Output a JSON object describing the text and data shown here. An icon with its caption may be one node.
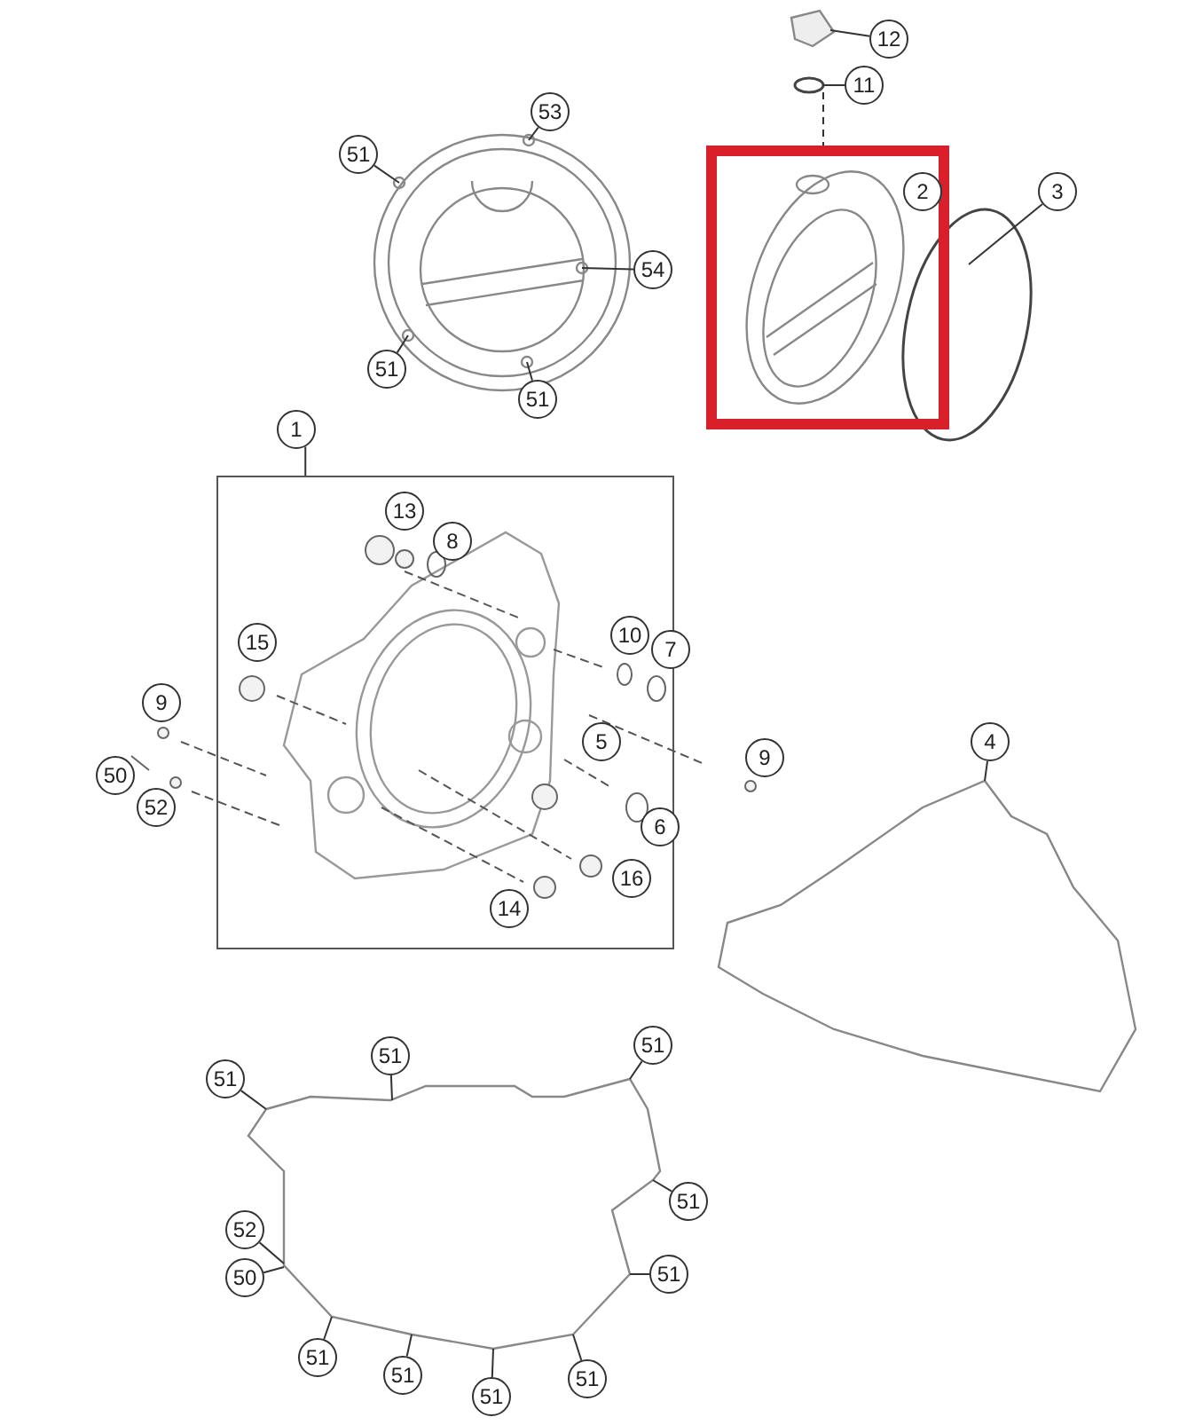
{
  "diagram": {
    "nodes": [
      {
        "text": [
          "51"
        ]
      },
      {
        "text": [
          "53"
        ]
      },
      {
        "text": [
          "54"
        ]
      },
      {
        "text": [
          "51"
        ]
      },
      {
        "text": [
          "51"
        ]
      },
      {
        "text": [
          "12"
        ]
      },
      {
        "text": [
          "11"
        ]
      },
      {
        "text": [],
        "shape": "box"
      },
      {
        "text": [
          "2"
        ],
        "in": 7
      },
      {
        "text": [
          "3"
        ]
      },
      {
        "text": [
          "1"
        ]
      },
      {
        "text": [],
        "shape": "box"
      },
      {
        "text": [
          "13"
        ],
        "in": 11
      },
      {
        "text": [
          "8"
        ],
        "in": 11
      },
      {
        "text": [
          "15"
        ],
        "in": 11
      },
      {
        "text": [
          "10"
        ],
        "in": 11
      },
      {
        "text": [
          "7"
        ],
        "in": 11
      },
      {
        "text": [
          "9"
        ]
      },
      {
        "text": [
          "5"
        ],
        "in": 11
      },
      {
        "text": [
          "9"
        ]
      },
      {
        "text": [
          "50"
        ]
      },
      {
        "text": [
          "52"
        ]
      },
      {
        "text": [
          "6"
        ],
        "in": 11
      },
      {
        "text": [
          "16"
        ],
        "in": 11
      },
      {
        "text": [
          "14"
        ],
        "in": 11
      },
      {
        "text": [
          "4"
        ]
      },
      {
        "text": [
          "51"
        ]
      },
      {
        "text": [
          "51"
        ]
      },
      {
        "text": [
          "51"
        ]
      },
      {
        "text": [
          "52"
        ]
      },
      {
        "text": [
          "51"
        ]
      },
      {
        "text": [
          "50"
        ]
      },
      {
        "text": [
          "51"
        ]
      },
      {
        "text": [
          "51"
        ]
      },
      {
        "text": [
          "51"
        ]
      },
      {
        "text": [
          "51"
        ]
      },
      {
        "text": [
          "51"
        ]
      },
      {
        "text": [],
        "shape": "picture"
      },
      {
        "text": [],
        "shape": "picture"
      },
      {
        "text": [],
        "shape": "circle"
      },
      {
        "text": [],
        "shape": "circle"
      },
      {
        "text": [],
        "shape": "picture"
      },
      {
        "text": [],
        "shape": "picture"
      }
    ],
    "edges": [
      {
        "from": 0,
        "to": 37,
        "arrow": "none"
      },
      {
        "from": 1,
        "to": 37,
        "arrow": "none"
      },
      {
        "from": 2,
        "to": 37,
        "arrow": "none"
      },
      {
        "from": 3,
        "to": 37,
        "arrow": "none"
      },
      {
        "from": 4,
        "to": 37,
        "arrow": "none"
      },
      {
        "from": 5,
        "to": 38,
        "arrow": "none"
      },
      {
        "from": 6,
        "to": 39,
        "arrow": "none"
      },
      {
        "from": 9,
        "to": 40,
        "arrow": "none"
      },
      {
        "from": 10,
        "to": 11,
        "arrow": "none"
      },
      {
        "from": 25,
        "to": 41,
        "arrow": "none"
      },
      {
        "from": 26,
        "to": 42,
        "arrow": "none"
      },
      {
        "from": 27,
        "to": 42,
        "arrow": "none"
      },
      {
        "from": 28,
        "to": 42,
        "arrow": "none"
      },
      {
        "from": 29,
        "to": 42,
        "arrow": "none"
      },
      {
        "from": 30,
        "to": 42,
        "arrow": "none"
      },
      {
        "from": 31,
        "to": 42,
        "arrow": "none"
      },
      {
        "from": 32,
        "to": 42,
        "arrow": "none"
      },
      {
        "from": 33,
        "to": 42,
        "arrow": "none"
      },
      {
        "from": 34,
        "to": 42,
        "arrow": "none"
      },
      {
        "from": 35,
        "to": 42,
        "arrow": "none"
      },
      {
        "from": 36,
        "to": 42,
        "arrow": "none"
      },
      {
        "from": 39,
        "to": 7,
        "arrow": "none",
        "style": "dashed"
      }
    ]
  }
}
